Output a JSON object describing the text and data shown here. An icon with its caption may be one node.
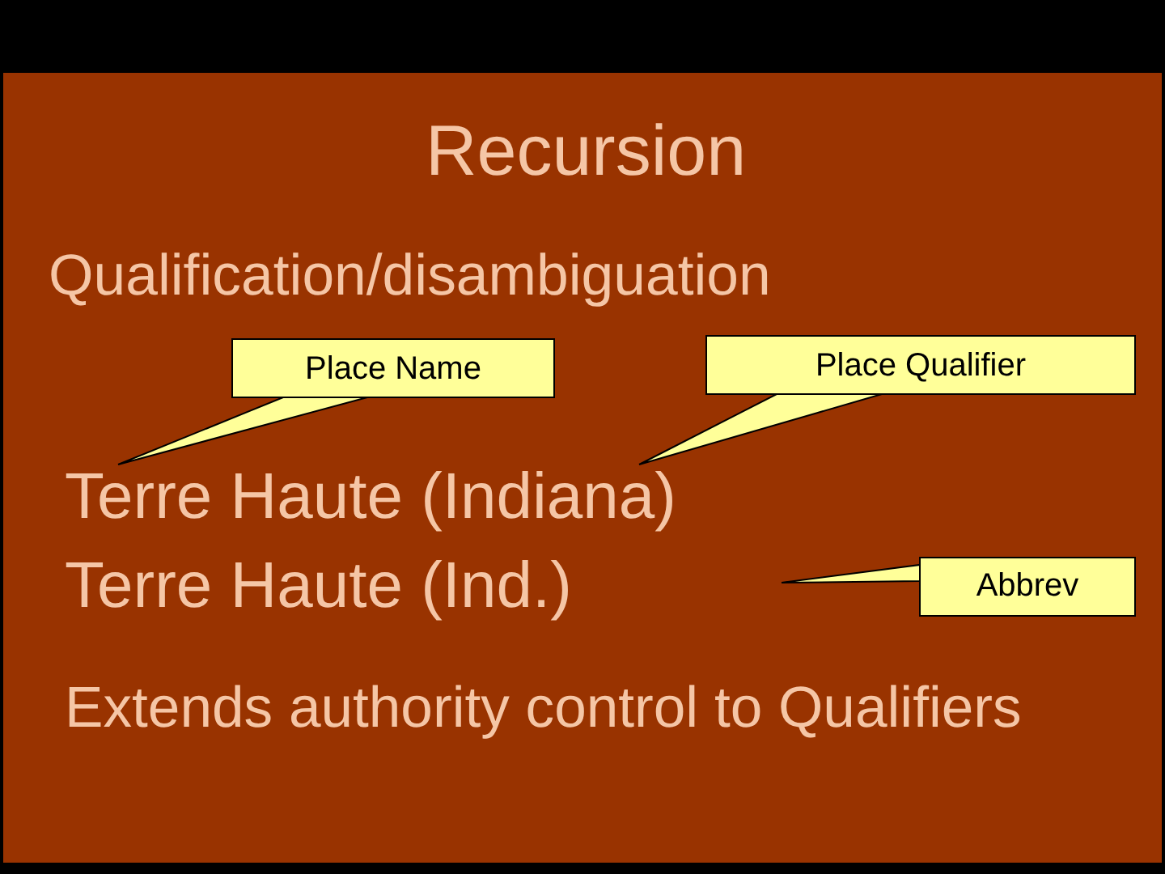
{
  "diagram": {
    "title": "Recursion",
    "nodes": [
      {
        "text": [
          "Place Name"
        ]
      },
      {
        "text": [
          "Place Qualifier"
        ]
      },
      {
        "text": [
          "Terre Haute (Indiana)"
        ]
      },
      {
        "text": [
          "Abbrev"
        ]
      }
    ],
    "edges": [
      {
        "from": 0,
        "to": 2,
        "arrow": "none"
      },
      {
        "from": 1,
        "to": 2,
        "arrow": "none"
      },
      {
        "from": 3,
        "to": null,
        "arrow": "none"
      }
    ],
    "labels": [
      "Qualification/disambiguation",
      "Terre Haute (Ind.)",
      "Extends authority control to Qualifiers"
    ]
  }
}
